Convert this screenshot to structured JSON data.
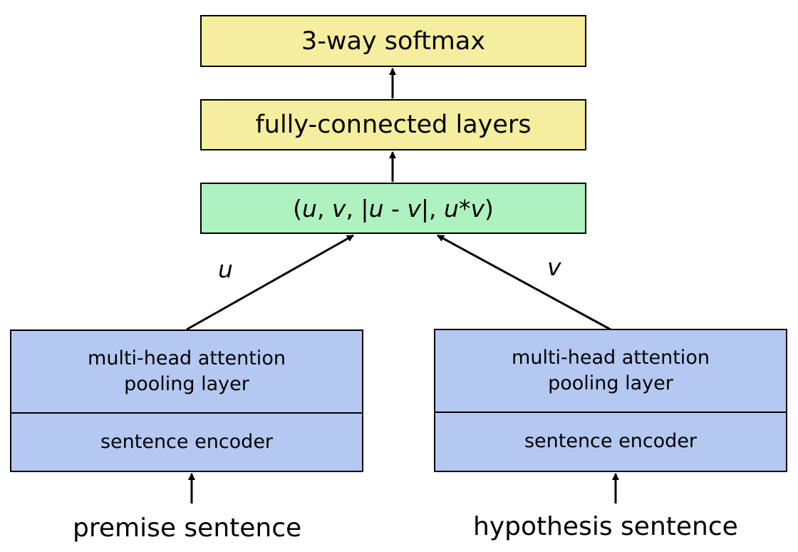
{
  "top": {
    "softmax": "3-way softmax",
    "fc": "fully-connected layers"
  },
  "combine": {
    "open": "(",
    "u1": "u",
    "sep1": ", ",
    "v1": "v",
    "sep2": ", |",
    "u2": "u",
    "minus": " - ",
    "v2": "v",
    "sep3": "|, ",
    "u3": "u",
    "star": "*",
    "v3": "v",
    "close": ")"
  },
  "edges": {
    "left_label": "u",
    "right_label": "v"
  },
  "left_stack": {
    "pooling": "multi-head attention\npooling layer",
    "pooling_line1": "multi-head attention",
    "pooling_line2": "pooling layer",
    "encoder": "sentence encoder",
    "input": "premise sentence"
  },
  "right_stack": {
    "pooling_line1": "multi-head attention",
    "pooling_line2": "pooling layer",
    "encoder": "sentence encoder",
    "input": "hypothesis sentence"
  },
  "colors": {
    "yellow": "#f6ee9f",
    "green": "#aef2bf",
    "blue": "#b4c8f2"
  }
}
